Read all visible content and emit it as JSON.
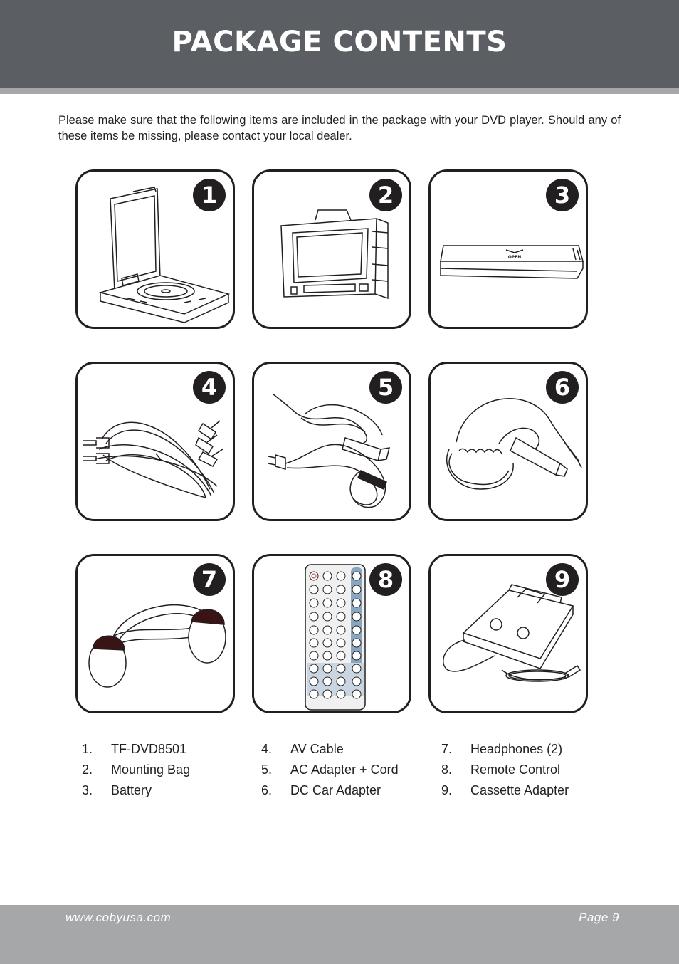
{
  "header": {
    "title": "PACKAGE CONTENTS"
  },
  "intro": "Please make sure that the following items are included in the package with your DVD player. Should any of these items be missing, please contact your local dealer.",
  "tiles": [
    {
      "number": "1",
      "icon": "portable-dvd-player-icon"
    },
    {
      "number": "2",
      "icon": "mounting-bag-icon"
    },
    {
      "number": "3",
      "icon": "battery-icon"
    },
    {
      "number": "4",
      "icon": "av-cable-icon"
    },
    {
      "number": "5",
      "icon": "ac-adapter-cord-icon"
    },
    {
      "number": "6",
      "icon": "dc-car-adapter-icon"
    },
    {
      "number": "7",
      "icon": "headphones-icon"
    },
    {
      "number": "8",
      "icon": "remote-control-icon"
    },
    {
      "number": "9",
      "icon": "cassette-adapter-icon"
    }
  ],
  "battery_label": "OPEN",
  "items": [
    {
      "n": "1.",
      "label": "TF-DVD8501"
    },
    {
      "n": "2.",
      "label": "Mounting Bag"
    },
    {
      "n": "3.",
      "label": "Battery"
    },
    {
      "n": "4.",
      "label": "AV Cable"
    },
    {
      "n": "5.",
      "label": "AC Adapter + Cord"
    },
    {
      "n": "6.",
      "label": "DC Car Adapter"
    },
    {
      "n": "7.",
      "label": "Headphones (2)"
    },
    {
      "n": "8.",
      "label": "Remote Control"
    },
    {
      "n": "9.",
      "label": "Cassette Adapter"
    }
  ],
  "footer": {
    "url": "www.cobyusa.com",
    "page": "Page 9"
  }
}
